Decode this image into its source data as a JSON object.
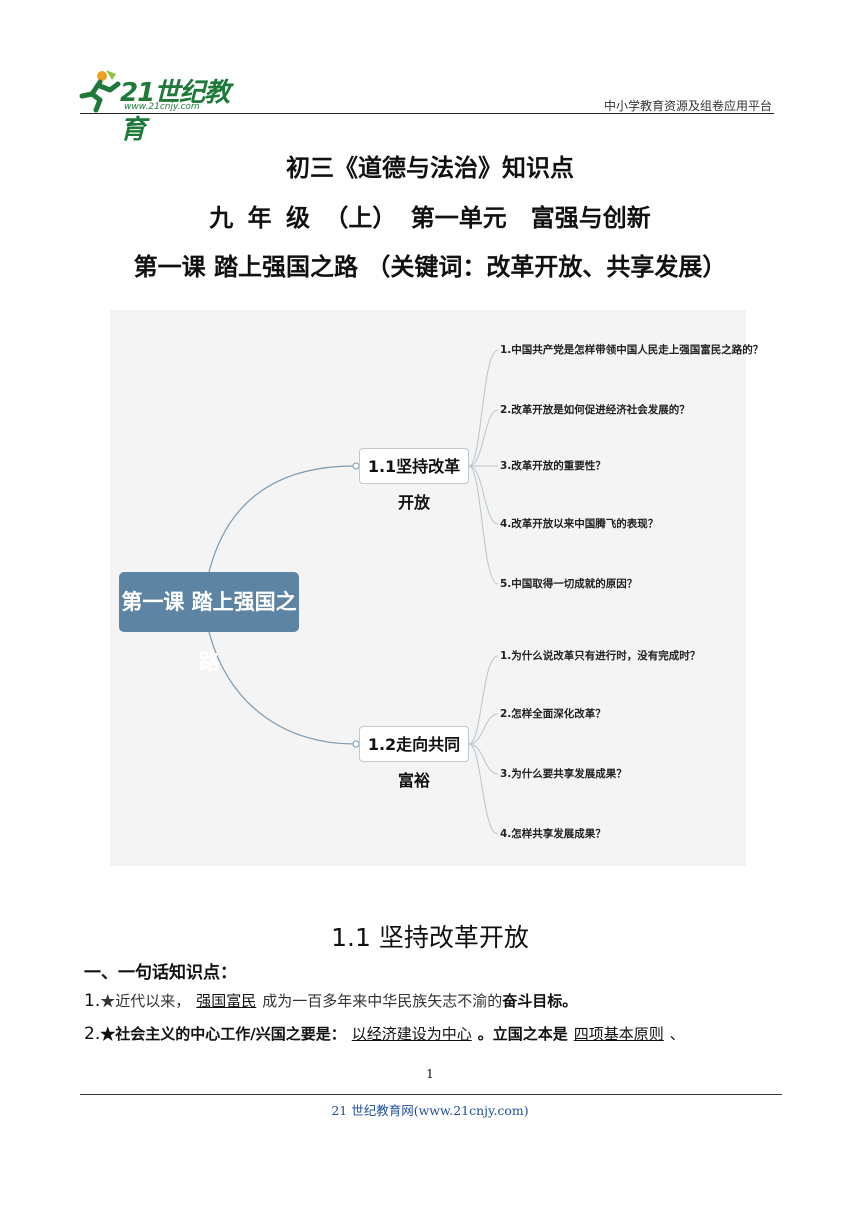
{
  "header": {
    "logo_text": "21世纪教育",
    "logo_sub": "www.21cnjy.com",
    "right_text": "中小学教育资源及组卷应用平台"
  },
  "titles": {
    "line1": "初三《道德与法治》知识点",
    "line2": "九 年 级 （上） 第一单元　富强与创新",
    "line3": "第一课 踏上强国之路 （关键词：改革开放、共享发展）"
  },
  "mindmap": {
    "central": "第一课 踏上强国之路",
    "branches": [
      {
        "label": "1.1坚持改革开放",
        "leaves": [
          "1.中国共产党是怎样带领中国人民走上强国富民之路的？",
          "2.改革开放是如何促进经济社会发展的？",
          "3.改革开放的重要性？",
          "4.改革开放以来中国腾飞的表现？",
          "5.中国取得一切成就的原因？"
        ]
      },
      {
        "label": "1.2走向共同富裕",
        "leaves": [
          "1.为什么说改革只有进行时，没有完成时？",
          "2.怎样全面深化改革？",
          "3.为什么要共享发展成果？",
          "4.怎样共享发展成果？"
        ]
      }
    ]
  },
  "section": {
    "title": "1.1 坚持改革开放",
    "subhead": "一、一句话知识点：",
    "line1": {
      "num": "1.",
      "pre": "★近代以来，",
      "fill": "强国富民",
      "mid": "成为一百多年来中华民族矢志不渝的",
      "bold": "奋斗目标。"
    },
    "line2": {
      "num": "2.",
      "pre": "★社会主义的中心工作/兴国之要是：",
      "fill1": "以经济建设为中心",
      "mid": "。立国之本是",
      "fill2": "四项基本原则",
      "end": "、"
    }
  },
  "footer": {
    "page_number": "1",
    "text": "21 世纪教育网(www.21cnjy.com)"
  }
}
